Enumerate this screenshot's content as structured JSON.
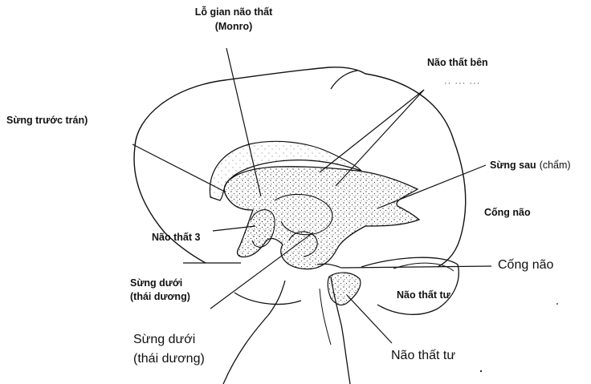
{
  "labels": {
    "monro_line1": "Lỗ gian não thất",
    "monro_line2": "(Monro)",
    "lateral_ventricle": "Não thất bên",
    "lateral_ventricle_faint": "·· ··· ···",
    "anterior_horn": "Sừng trước trán)",
    "posterior_horn_bold": "Sừng sau",
    "posterior_horn_paren": "(chẩm)",
    "aqueduct_bold": "Cống não",
    "third_ventricle": "Não thất 3",
    "inferior_horn_bold_1": "Sừng dưới",
    "inferior_horn_bold_2": "(thái dương)",
    "aqueduct_regular": "Cống não",
    "fourth_ventricle_bold": "Não thất tư",
    "inferior_horn_regular_1": "Sừng dưới",
    "inferior_horn_regular_2": "(thái dương)",
    "fourth_ventricle_regular": "Não thất tư"
  },
  "colors": {
    "ink": "#111111",
    "stipple": "#333333",
    "background": "#ffffff"
  }
}
